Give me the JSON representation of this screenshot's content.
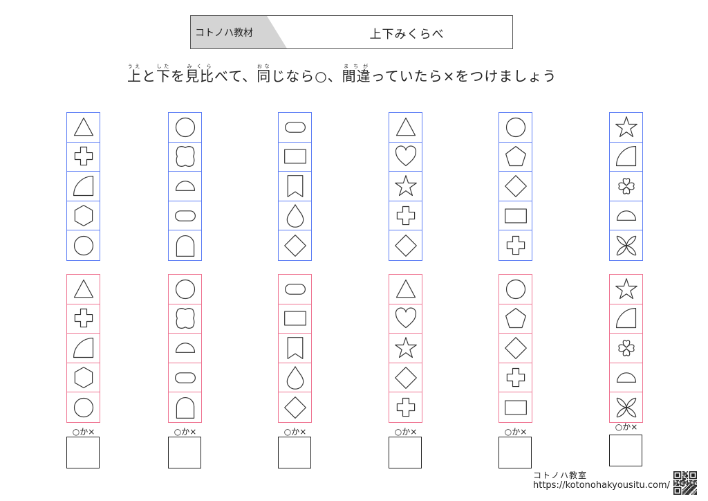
{
  "header": {
    "tab_label": "コトノハ教材",
    "title": "上下みくらべ"
  },
  "instruction": {
    "parts": [
      {
        "base": "上",
        "ruby": "うえ"
      },
      {
        "text": "と"
      },
      {
        "base": "下",
        "ruby": "した"
      },
      {
        "text": "を"
      },
      {
        "base": "見比",
        "ruby": "みくら"
      },
      {
        "text": "べて、"
      },
      {
        "base": "同",
        "ruby": "おな"
      },
      {
        "text": "じなら○、"
      },
      {
        "base": "間違",
        "ruby": "まちが"
      },
      {
        "text": "っていたら×をつけましょう"
      }
    ]
  },
  "answer_label": "○か×",
  "columns": [
    {
      "top": [
        "triangle",
        "cross",
        "quarter-circle",
        "hexagon",
        "circle"
      ],
      "bottom": [
        "triangle",
        "cross",
        "quarter-circle",
        "hexagon",
        "circle"
      ]
    },
    {
      "top": [
        "circle",
        "wavy-square",
        "semicircle",
        "stadium",
        "arch"
      ],
      "bottom": [
        "circle",
        "wavy-square",
        "semicircle",
        "stadium",
        "arch"
      ]
    },
    {
      "top": [
        "stadium",
        "rectangle",
        "bookmark",
        "drop",
        "diamond"
      ],
      "bottom": [
        "stadium",
        "rectangle",
        "bookmark",
        "drop",
        "diamond"
      ]
    },
    {
      "top": [
        "triangle",
        "heart",
        "star",
        "cross",
        "diamond"
      ],
      "bottom": [
        "triangle",
        "heart",
        "star",
        "diamond",
        "cross"
      ]
    },
    {
      "top": [
        "circle",
        "pentagon",
        "diamond",
        "rectangle",
        "cross"
      ],
      "bottom": [
        "circle",
        "pentagon",
        "diamond",
        "cross",
        "rectangle"
      ]
    },
    {
      "top": [
        "star",
        "quarter-circle",
        "clover",
        "semicircle",
        "petals"
      ],
      "bottom": [
        "star",
        "quarter-circle",
        "clover",
        "semicircle",
        "petals"
      ]
    }
  ],
  "footer": {
    "name": "コトノハ教室",
    "url": "https://kotonohakyousitu.com/"
  },
  "colors": {
    "top_border": "#5b7cf5",
    "bottom_border": "#ef7391"
  }
}
